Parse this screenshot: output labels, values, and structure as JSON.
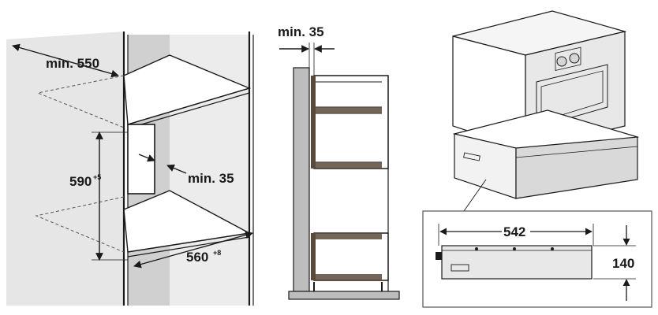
{
  "installation_niche": {
    "depth_label": "min. 550",
    "height_label": "590",
    "height_tolerance": "+5",
    "width_label": "560",
    "width_tolerance": "+8",
    "rear_gap_label": "min. 35"
  },
  "side_section": {
    "gap_label": "min. 35"
  },
  "drawer_detail": {
    "width_label": "542",
    "height_label": "140"
  },
  "colors": {
    "line": "#1a1a1a",
    "wall_shade": "#e6e6e6",
    "panel_shade": "#bdbdbd",
    "inner_wall": "#d4d4d4",
    "detail_border": "#555555"
  }
}
